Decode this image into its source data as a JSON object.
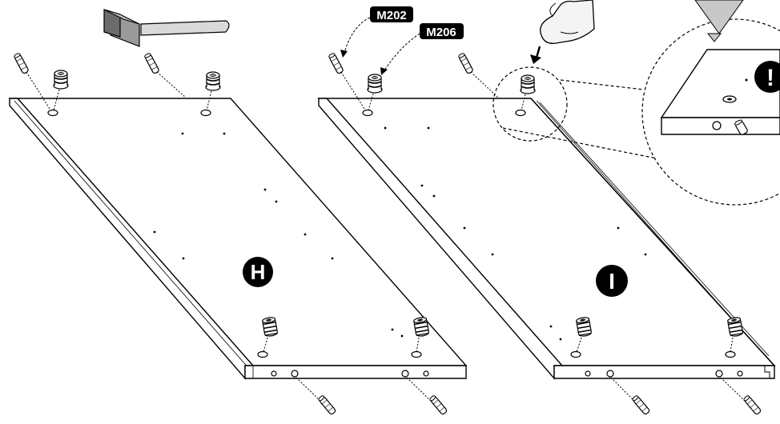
{
  "panels": [
    {
      "id": "H",
      "label": "H"
    },
    {
      "id": "I",
      "label": "I"
    }
  ],
  "part_labels": {
    "dowel": "M202",
    "cam_lock": "M206"
  },
  "callout": {
    "warning_symbol": "!",
    "meaning": "warning-icon"
  },
  "icons": [
    "hammer-icon",
    "pointing-hand-icon",
    "down-arrow-icon",
    "warning-icon",
    "dowel-icon",
    "cam-lock-icon"
  ],
  "colors": {
    "line": "#000000",
    "badge": "#000000",
    "badge_text": "#ffffff",
    "hammer_handle": "#d9d9d9",
    "arrow_fill": "#c8c8c8"
  }
}
